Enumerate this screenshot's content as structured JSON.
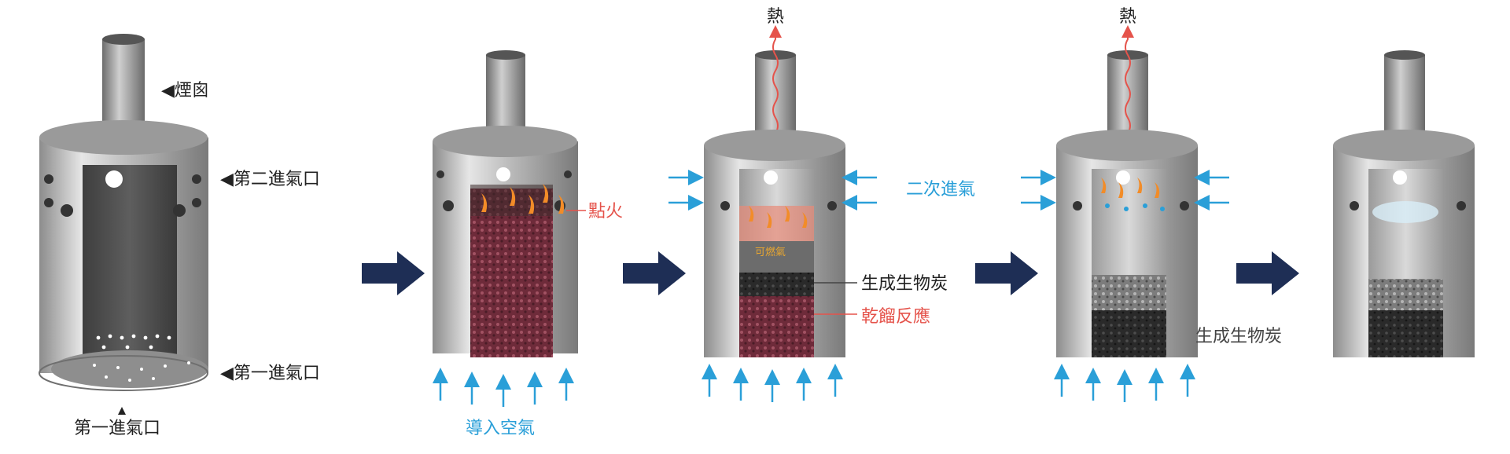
{
  "labels": {
    "chimney": "◀煙囪",
    "second_inlet": "◀第二進氣口",
    "first_inlet_side": "◀第一進氣口",
    "first_inlet_bottom": "第一進氣口",
    "ignite": "點火",
    "intake_air": "導入空氣",
    "heat_1": "熱",
    "heat_2": "熱",
    "secondary_intake_1": "二次進氣",
    "biochar_stage3": "生成生物炭",
    "pyrolysis": "乾餾反應",
    "combustible_gas": "可燃氣",
    "biochar_stage4": "生成生物炭"
  },
  "colors": {
    "metal_light": "#cfcfcf",
    "metal_dark": "#5a5a5a",
    "arrow_navy": "#1e2e55",
    "air_blue": "#2a9fd8",
    "heat_red": "#e5534b",
    "flame": "#f28c28",
    "biomass": "#7a3344",
    "char": "#2b2b2b"
  }
}
